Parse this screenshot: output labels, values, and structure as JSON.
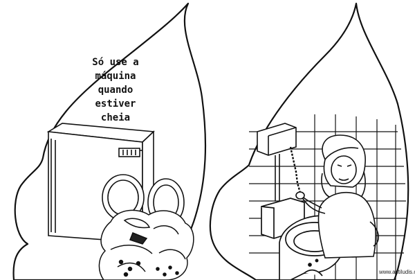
{
  "left_panel": {
    "caption_lines": [
      "Só use a",
      "máquina",
      "quando",
      "estiver",
      "cheia"
    ],
    "illustration": "washing-machine-with-laundry-pile"
  },
  "right_panel": {
    "illustration": "girl-pulling-toilet-flush-chain"
  },
  "watermark": "www.actiludis.com",
  "colors": {
    "line": "#111111",
    "background": "#ffffff"
  }
}
